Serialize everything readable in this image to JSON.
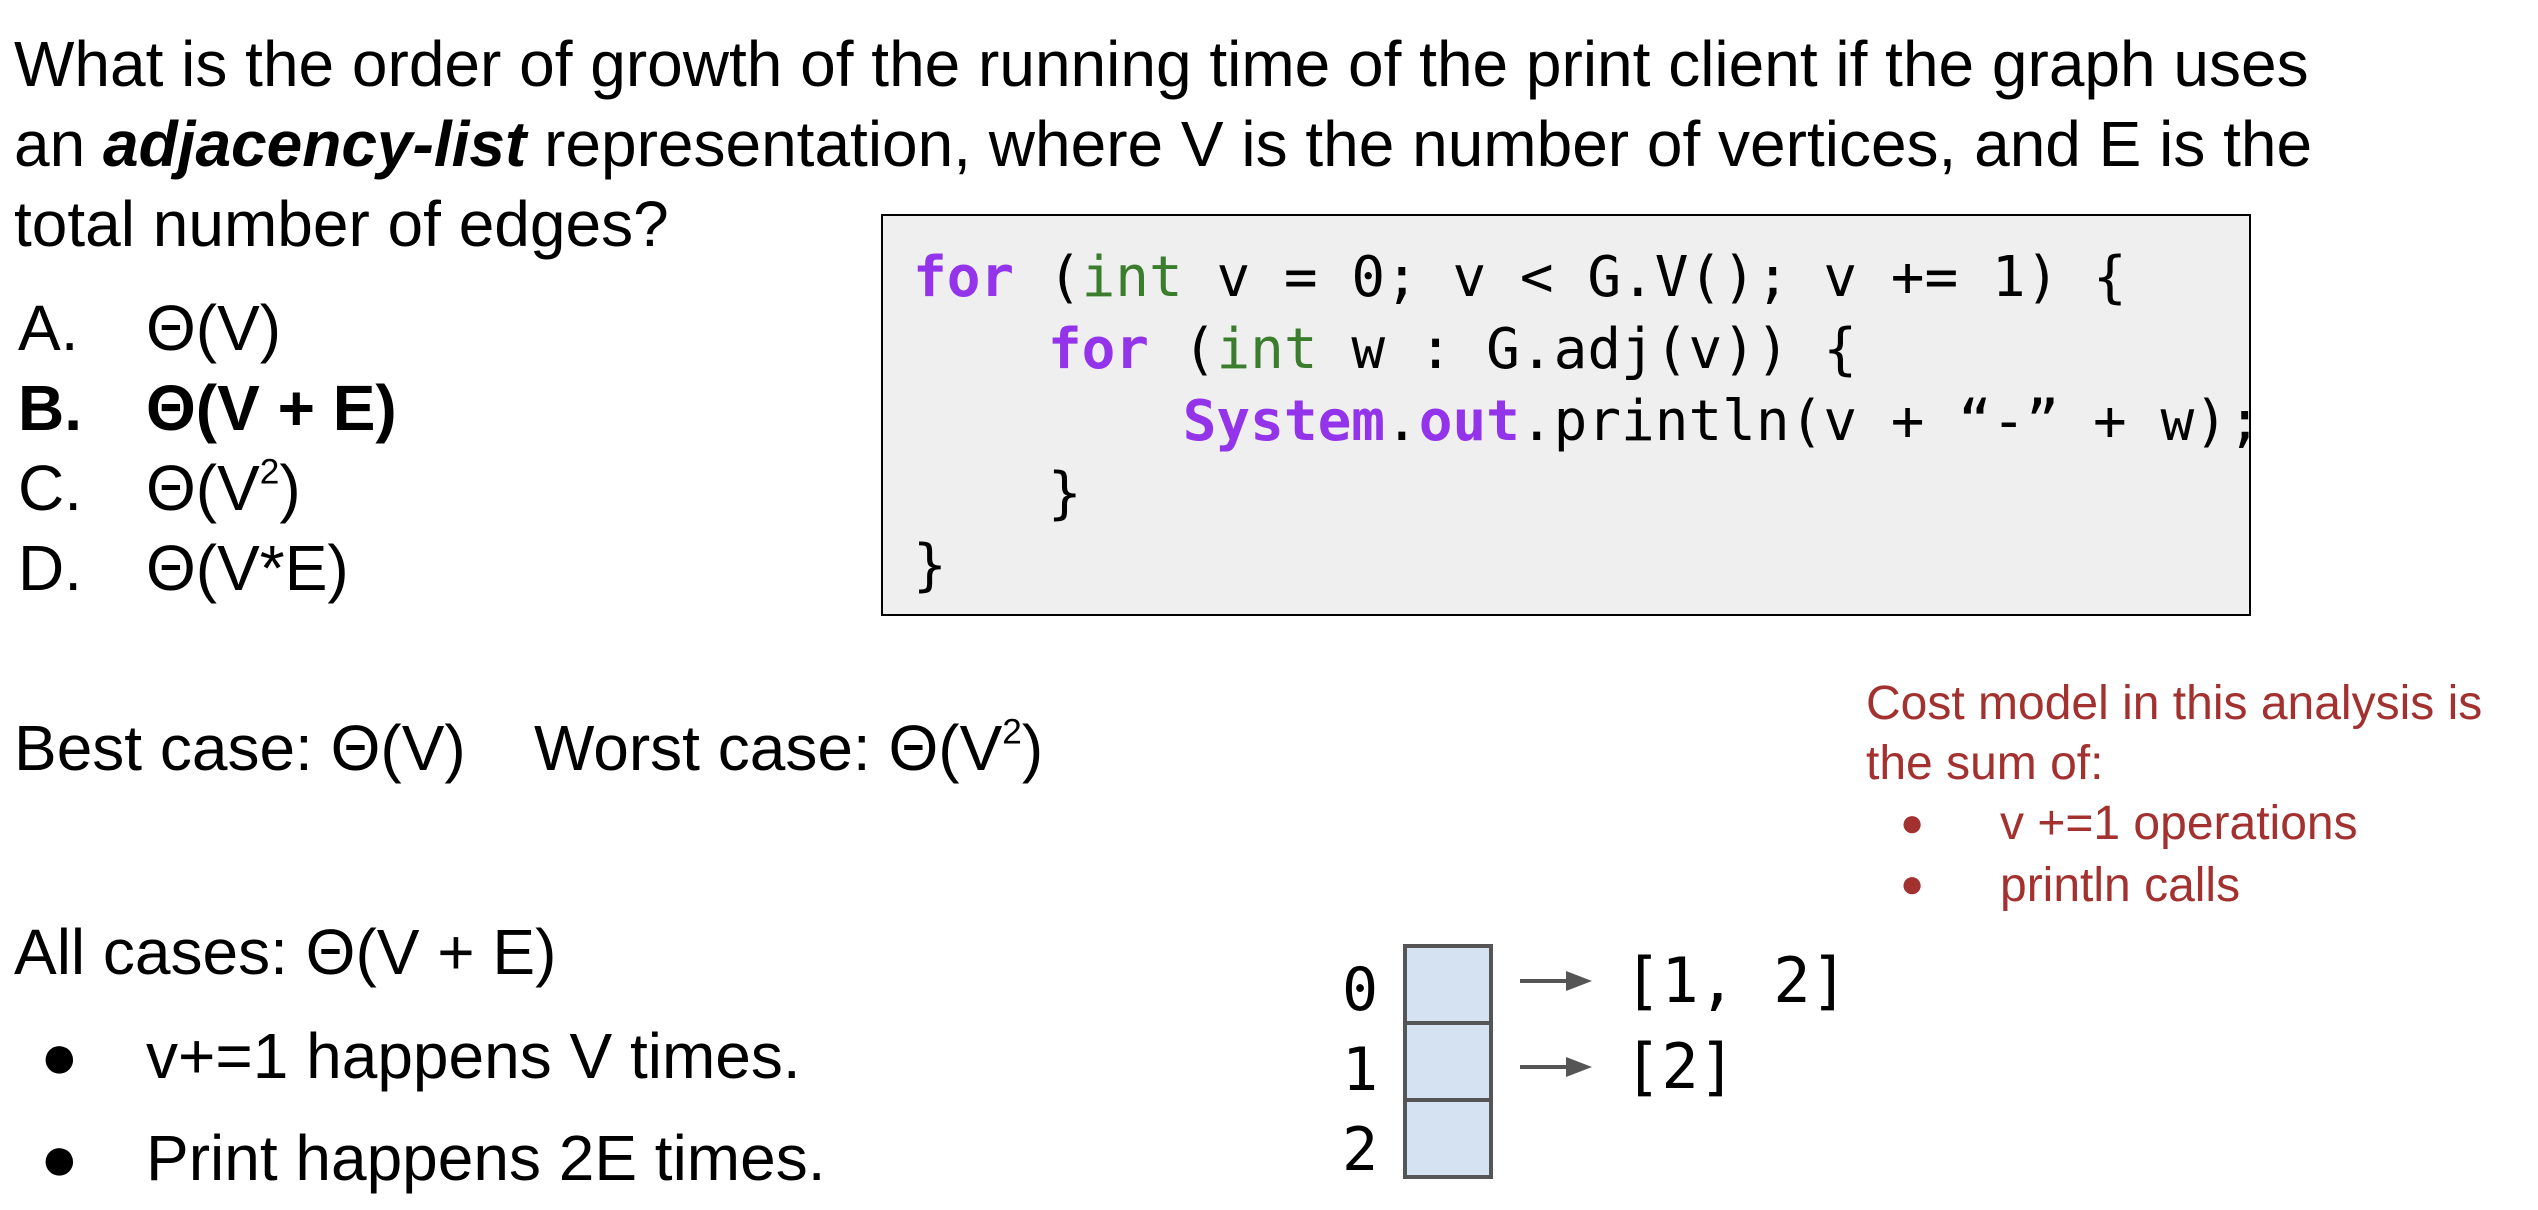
{
  "question": {
    "line1": "What is the order of growth of the running time of the print client if the graph uses",
    "line2_pre": "an ",
    "line2_emph": "adjacency-list",
    "line2_post": " representation, where V is the number of vertices, and E is the",
    "line3": "total number of edges?"
  },
  "options": [
    {
      "letter": "A.",
      "text": "Θ(V)"
    },
    {
      "letter": "B.",
      "text": "Θ(V + E)"
    },
    {
      "letter": "C.",
      "text_pre": "Θ(V",
      "sup": "2",
      "text_post": ")"
    },
    {
      "letter": "D.",
      "text": "Θ(V*E)"
    }
  ],
  "code": {
    "l1_kw": "for",
    "l1_a": " (",
    "l1_ty": "int",
    "l1_b": " v = 0; v < G.V(); v += 1) {",
    "l2_indent": "    ",
    "l2_kw": "for",
    "l2_a": " (",
    "l2_ty": "int",
    "l2_b": " w : G.adj(v)) {",
    "l3_indent": "        ",
    "l3_kw1": "System",
    "l3_dot": ".",
    "l3_kw2": "out",
    "l3_b": ".println(v + “-” + w);",
    "l4": "    }",
    "l5": "}"
  },
  "cases": {
    "best": "Best case: Θ(V)",
    "worst_pre": "Worst case: Θ(V",
    "worst_sup": "2",
    "worst_post": ")",
    "all": "All cases: Θ(V + E)",
    "bullets": [
      "v+=1 happens V times.",
      "Print happens 2E times."
    ]
  },
  "note": {
    "line1": "Cost model in this analysis is",
    "line2": "the sum of:",
    "items": [
      "v +=1 operations",
      "println calls"
    ]
  },
  "diagram": {
    "indices": [
      "0",
      "1",
      "2"
    ],
    "lists": [
      "[1, 2]",
      "[2]"
    ]
  },
  "colors": {
    "keyword": "#9333ea",
    "type": "#3a7d2c",
    "note": "#a3312f",
    "cell_fill": "#d5e2f2"
  }
}
